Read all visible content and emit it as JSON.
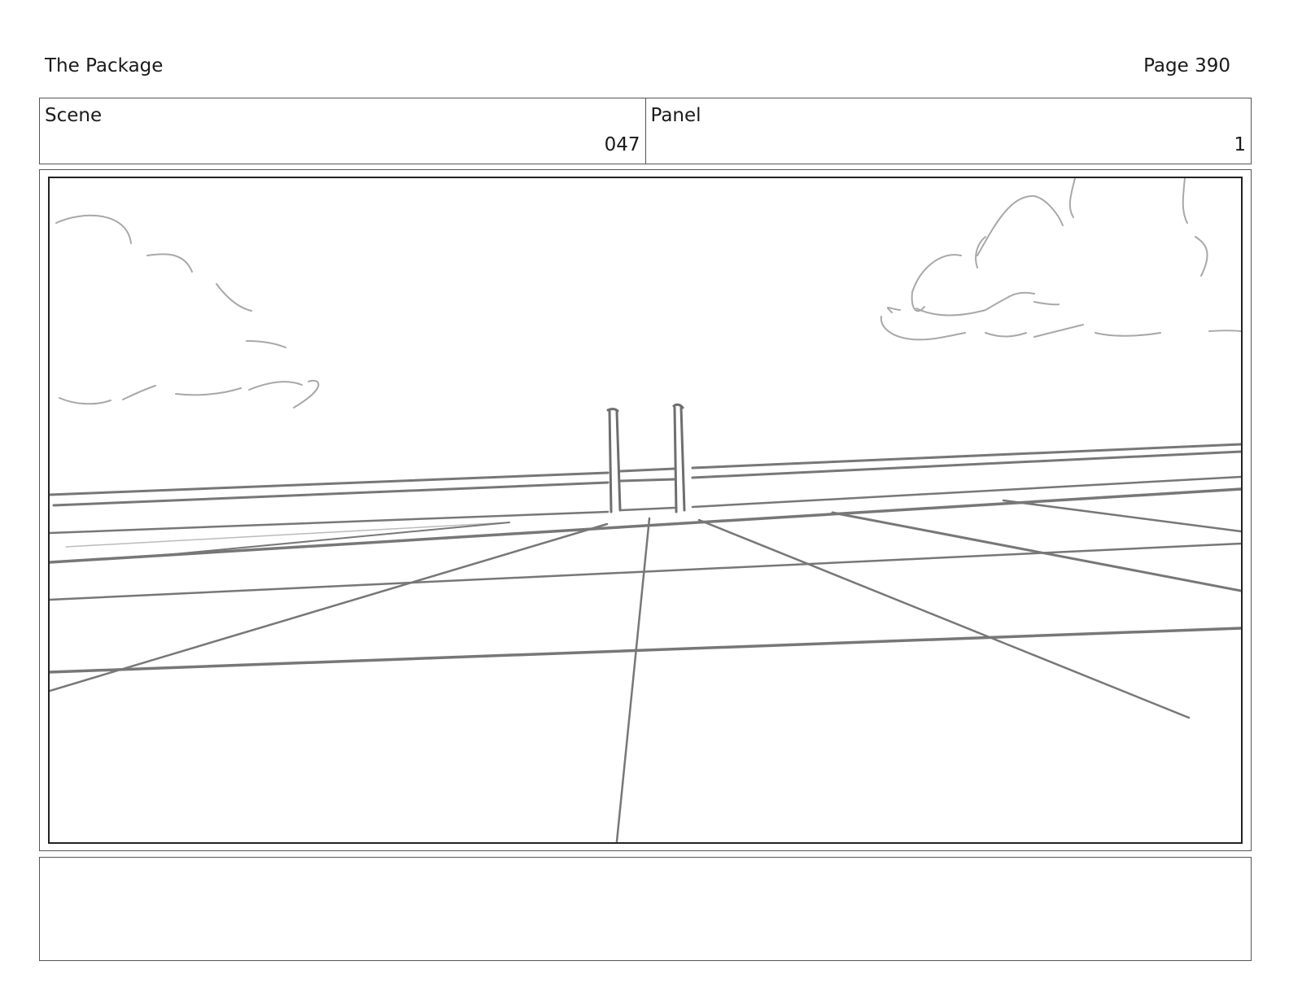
{
  "header": {
    "title": "The Package",
    "page_label": "Page 390"
  },
  "info": {
    "scene_label": "Scene",
    "scene_value": "047",
    "panel_label": "Panel",
    "panel_value": "1"
  },
  "notes": {
    "text": ""
  },
  "colors": {
    "sketch_line": "#7a7a7a",
    "cloud_line": "#a8a8a8",
    "frame_border": "#222222"
  }
}
